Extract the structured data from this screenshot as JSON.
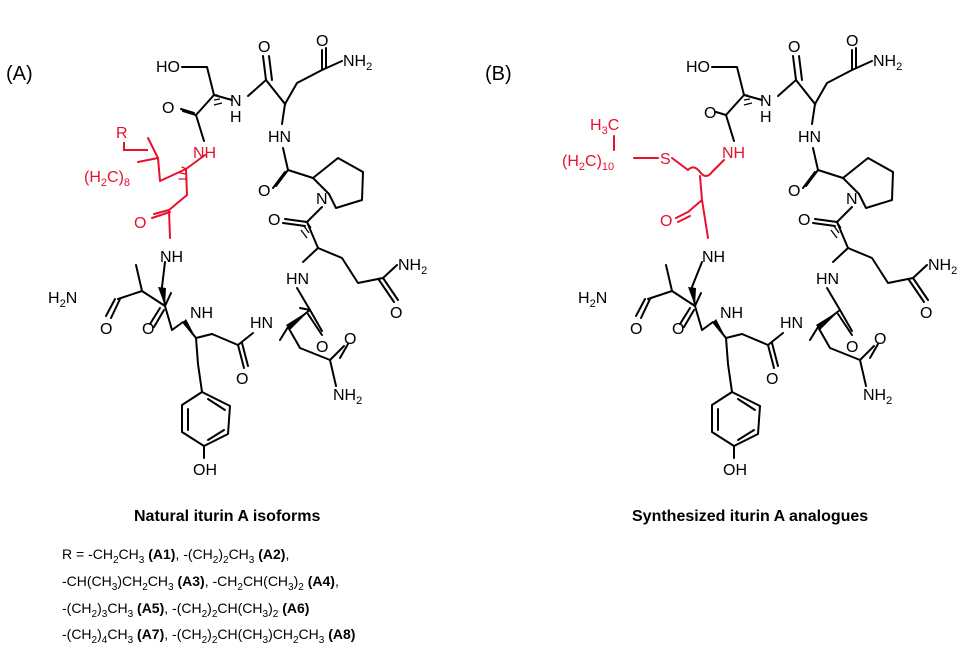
{
  "panel_a": {
    "label": "(A)",
    "caption": "Natural iturin A isoforms",
    "atoms": {
      "ho": "HO",
      "nh_ser": "N",
      "nh_ser_h": "H",
      "nh2_asn1": "NH",
      "nh2_asn1_sub": "2",
      "nh_asn1": "HN",
      "o1": "O",
      "o2": "O",
      "o3": "O",
      "o4": "O",
      "nh_fatty": "NH",
      "r": "R",
      "h2c": "(H",
      "h2c_sub": "2",
      "h2c_c": "C)",
      "h2c_n": "8",
      "o_fatty": "O",
      "n_pro": "N",
      "nh_link": "NH",
      "nh2_asn3": "H",
      "nh2_asn3_sub": "2",
      "nh2_asn3_n": "N",
      "o5": "O",
      "o6": "O",
      "nh_gln": "HN",
      "nh2_gln": "NH",
      "nh2_gln_sub": "2",
      "o7": "O",
      "nh_tyr": "NH",
      "nh_asn2": "HN",
      "o8": "O",
      "o9": "O",
      "nh2_asn2": "NH",
      "nh2_asn2_sub": "2",
      "oh": "OH",
      "o10": "O"
    },
    "r_definition": {
      "lines": [
        [
          [
            "R = -CH",
            ""
          ],
          [
            "2",
            "sub"
          ],
          [
            "CH",
            ""
          ],
          [
            "3",
            "sub"
          ],
          [
            " ",
            ""
          ],
          [
            "(A1)",
            "b"
          ],
          [
            ", -(CH",
            ""
          ],
          [
            "2",
            "sub"
          ],
          [
            ")",
            ""
          ],
          [
            "2",
            "sub"
          ],
          [
            "CH",
            ""
          ],
          [
            "3",
            "sub"
          ],
          [
            " ",
            ""
          ],
          [
            "(A2)",
            "b"
          ],
          [
            ",",
            ""
          ]
        ],
        [
          [
            "-CH(CH",
            ""
          ],
          [
            "3",
            "sub"
          ],
          [
            ")CH",
            ""
          ],
          [
            "2",
            "sub"
          ],
          [
            "CH",
            ""
          ],
          [
            "3",
            "sub"
          ],
          [
            " ",
            ""
          ],
          [
            "(A3)",
            "b"
          ],
          [
            ", -CH",
            ""
          ],
          [
            "2",
            "sub"
          ],
          [
            "CH(CH",
            ""
          ],
          [
            "3",
            "sub"
          ],
          [
            ")",
            ""
          ],
          [
            "2",
            "sub"
          ],
          [
            " ",
            ""
          ],
          [
            "(A4)",
            "b"
          ],
          [
            ",",
            ""
          ]
        ],
        [
          [
            "-(CH",
            ""
          ],
          [
            "2",
            "sub"
          ],
          [
            ")",
            ""
          ],
          [
            "3",
            "sub"
          ],
          [
            "CH",
            ""
          ],
          [
            "3",
            "sub"
          ],
          [
            " ",
            ""
          ],
          [
            "(A5)",
            "b"
          ],
          [
            ", -(CH",
            ""
          ],
          [
            "2",
            "sub"
          ],
          [
            ")",
            ""
          ],
          [
            "2",
            "sub"
          ],
          [
            "CH(CH",
            ""
          ],
          [
            "3",
            "sub"
          ],
          [
            ")",
            ""
          ],
          [
            "2",
            "sub"
          ],
          [
            " ",
            ""
          ],
          [
            "(A6)",
            "b"
          ]
        ],
        [
          [
            "-(CH",
            ""
          ],
          [
            "2",
            "sub"
          ],
          [
            ")",
            ""
          ],
          [
            "4",
            "sub"
          ],
          [
            "CH",
            ""
          ],
          [
            "3",
            "sub"
          ],
          [
            " ",
            ""
          ],
          [
            "(A7)",
            "b"
          ],
          [
            ", -(CH",
            ""
          ],
          [
            "2",
            "sub"
          ],
          [
            ")",
            ""
          ],
          [
            "2",
            "sub"
          ],
          [
            "CH(CH",
            ""
          ],
          [
            "3",
            "sub"
          ],
          [
            ")CH",
            ""
          ],
          [
            "2",
            "sub"
          ],
          [
            "CH",
            ""
          ],
          [
            "3",
            "sub"
          ],
          [
            " ",
            ""
          ],
          [
            "(A8)",
            "b"
          ]
        ]
      ]
    }
  },
  "panel_b": {
    "label": "(B)",
    "caption": "Synthesized iturin A analogues",
    "atoms": {
      "ho": "HO",
      "nh_ser": "N",
      "nh_ser_h": "H",
      "nh2_asn1": "NH",
      "nh2_asn1_sub": "2",
      "nh_asn1": "HN",
      "h3c": "H",
      "h3c_sub": "3",
      "h3c_c": "C",
      "h2c": "(H",
      "h2c_sub": "2",
      "h2c_c": "C)",
      "h2c_n": "10",
      "s": "S",
      "nh_red": "NH",
      "o1": "O",
      "o2": "O",
      "o3": "O",
      "o_red": "O",
      "n_pro": "N",
      "nh_link": "NH",
      "nh2_asn3": "H",
      "nh2_asn3_sub": "2",
      "nh2_asn3_n": "N",
      "o5": "O",
      "o6": "O",
      "nh_gln": "HN",
      "nh2_gln": "NH",
      "nh2_gln_sub": "2",
      "o7": "O",
      "nh_tyr": "NH",
      "nh_asn2": "HN",
      "o8": "O",
      "o9": "O",
      "nh2_asn2": "NH",
      "nh2_asn2_sub": "2",
      "oh": "OH",
      "o10": "O"
    }
  },
  "colors": {
    "bond": "#000000",
    "highlight": "#e8112d",
    "background": "#ffffff"
  }
}
